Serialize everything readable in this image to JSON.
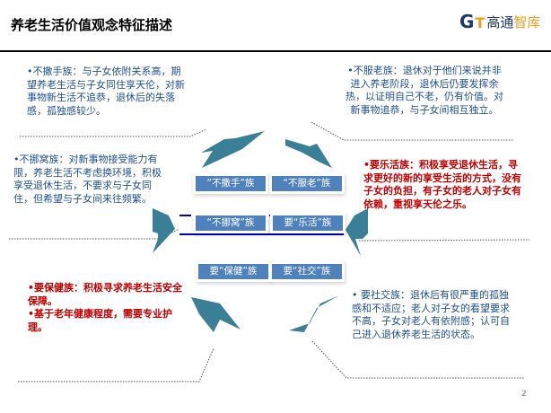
{
  "header": {
    "title": "养老生活价值观念特征描述",
    "logo": {
      "mark": "G",
      "mark2": "T",
      "text_a": "高通",
      "text_b": "智库"
    }
  },
  "colors": {
    "arrow": "#3a7f96",
    "label": "#4f81bd",
    "blue_text": "#1f4f8f",
    "red_text": "#c00000",
    "blue_line": "#0000cc"
  },
  "labels": [
    "“不撒手”族",
    "“不服老”族",
    "“不挪窝”族",
    "要“乐活”族",
    "要“保健”族",
    "要“社交”族"
  ],
  "descriptions": {
    "top_left": "•不撒手族：与子女依附关系高，期望养老生活与子女同住享天伦，对新事物新生活不追恭，退休后的失落感，孤独感较少。",
    "top_right": "•不服老族：退休对于他们来说并非进入养老阶段，退休后仍要发挥余热，以证明自己不老，仍有价值。对新事物追恭，与子女间相互独立。",
    "mid_left": "•不挪窝族：对新事物接受能力有限，养老生活不考虑换环境，积极享受退休生活，不要求与子女同住，但希望与子女间来往频繁。",
    "mid_right": "•要乐活族：积极享受退休生活，寻求更好的新的享受生活的方式，没有子女的负担，有子女的老人对子女有依赖，重视享天伦之乐。",
    "bottom_left_1": "•要保健族：积极寻求养老生活安全保障。",
    "bottom_left_2": "•基于老年健康程度，需要专业护理。",
    "bottom_right": "• 要社交族：退休后有很严重的孤独感和不适应；老人对子女的看望要求不高，子女对老人有依附感；认可自己进入退休养老生活的状态。"
  },
  "page_number": "2"
}
